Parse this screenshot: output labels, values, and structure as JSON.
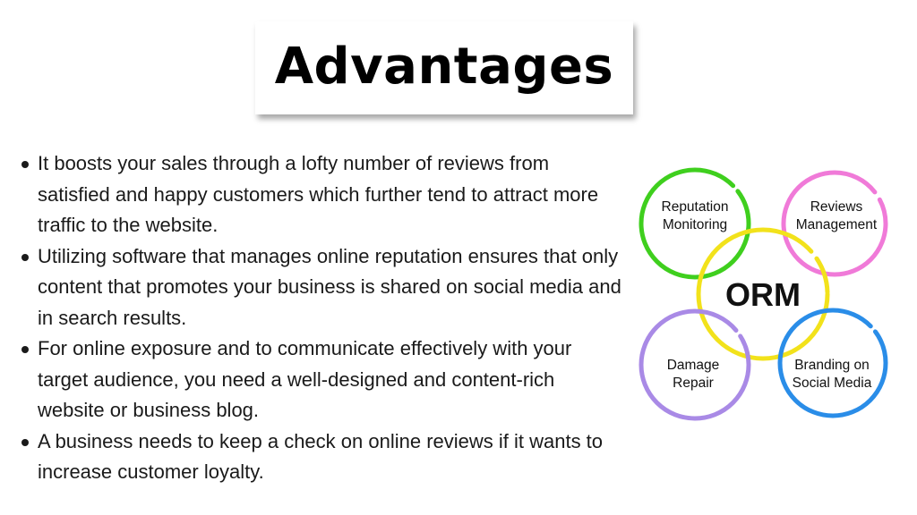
{
  "title": "Advantages",
  "bullets": [
    "It boosts your sales through a lofty number of reviews from satisfied and happy customers which further tend to attract more traffic to the website.",
    "Utilizing software that manages online reputation ensures that only content that promotes your business is shared on social media and in search results.",
    "For online exposure and to communicate effectively with your target audience, you need a well-designed and content-rich website or business blog.",
    "A business needs to keep a check on online reviews if it wants to increase customer loyalty."
  ],
  "diagram": {
    "center": {
      "label": "ORM",
      "color": "#f2e21b"
    },
    "circles": [
      {
        "line1": "Reputation",
        "line2": "Monitoring",
        "color": "#3fcf1e"
      },
      {
        "line1": "Reviews",
        "line2": "Management",
        "color": "#f07ad8"
      },
      {
        "line1": "Damage",
        "line2": "Repair",
        "color": "#a98ae6"
      },
      {
        "line1": "Branding on",
        "line2": "Social Media",
        "color": "#2a8de8"
      }
    ]
  }
}
